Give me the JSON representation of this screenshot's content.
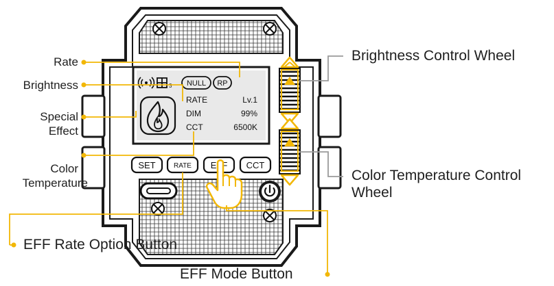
{
  "callouts": {
    "rate": "Rate",
    "brightness": "Brightness",
    "special_effect_1": "Special",
    "special_effect_2": "Effect",
    "color_temp_1": "Color",
    "color_temp_2": "Temperature",
    "brightness_wheel": "Brightness Control Wheel",
    "cct_wheel_1": "Color Temperature Control",
    "cct_wheel_2": "Wheel",
    "eff_rate_button": "EFF Rate Option Button",
    "eff_mode_button": "EFF Mode Button"
  },
  "lcd": {
    "badge_null": "NULL",
    "badge_rp": "RP",
    "signal_icon": "signal-icon",
    "grid_icon": "grid-icon",
    "grid_sub": "3",
    "flame_icon": "flame-icon",
    "rows": [
      {
        "label": "RATE",
        "value": "Lv.1"
      },
      {
        "label": "DIM",
        "value": "99%"
      },
      {
        "label": "CCT",
        "value": "6500K"
      }
    ]
  },
  "buttons": {
    "set": "SET",
    "rate": "RATE",
    "eff": "EFF",
    "cct": "CCT"
  },
  "icons": {
    "power": "power-icon",
    "hand": "hand-pointer-icon"
  },
  "colors": {
    "accent": "#F2B705",
    "outline": "#1a1a1a",
    "lcd_bg": "#e9e9e9",
    "label_text": "#1f1f1f"
  }
}
